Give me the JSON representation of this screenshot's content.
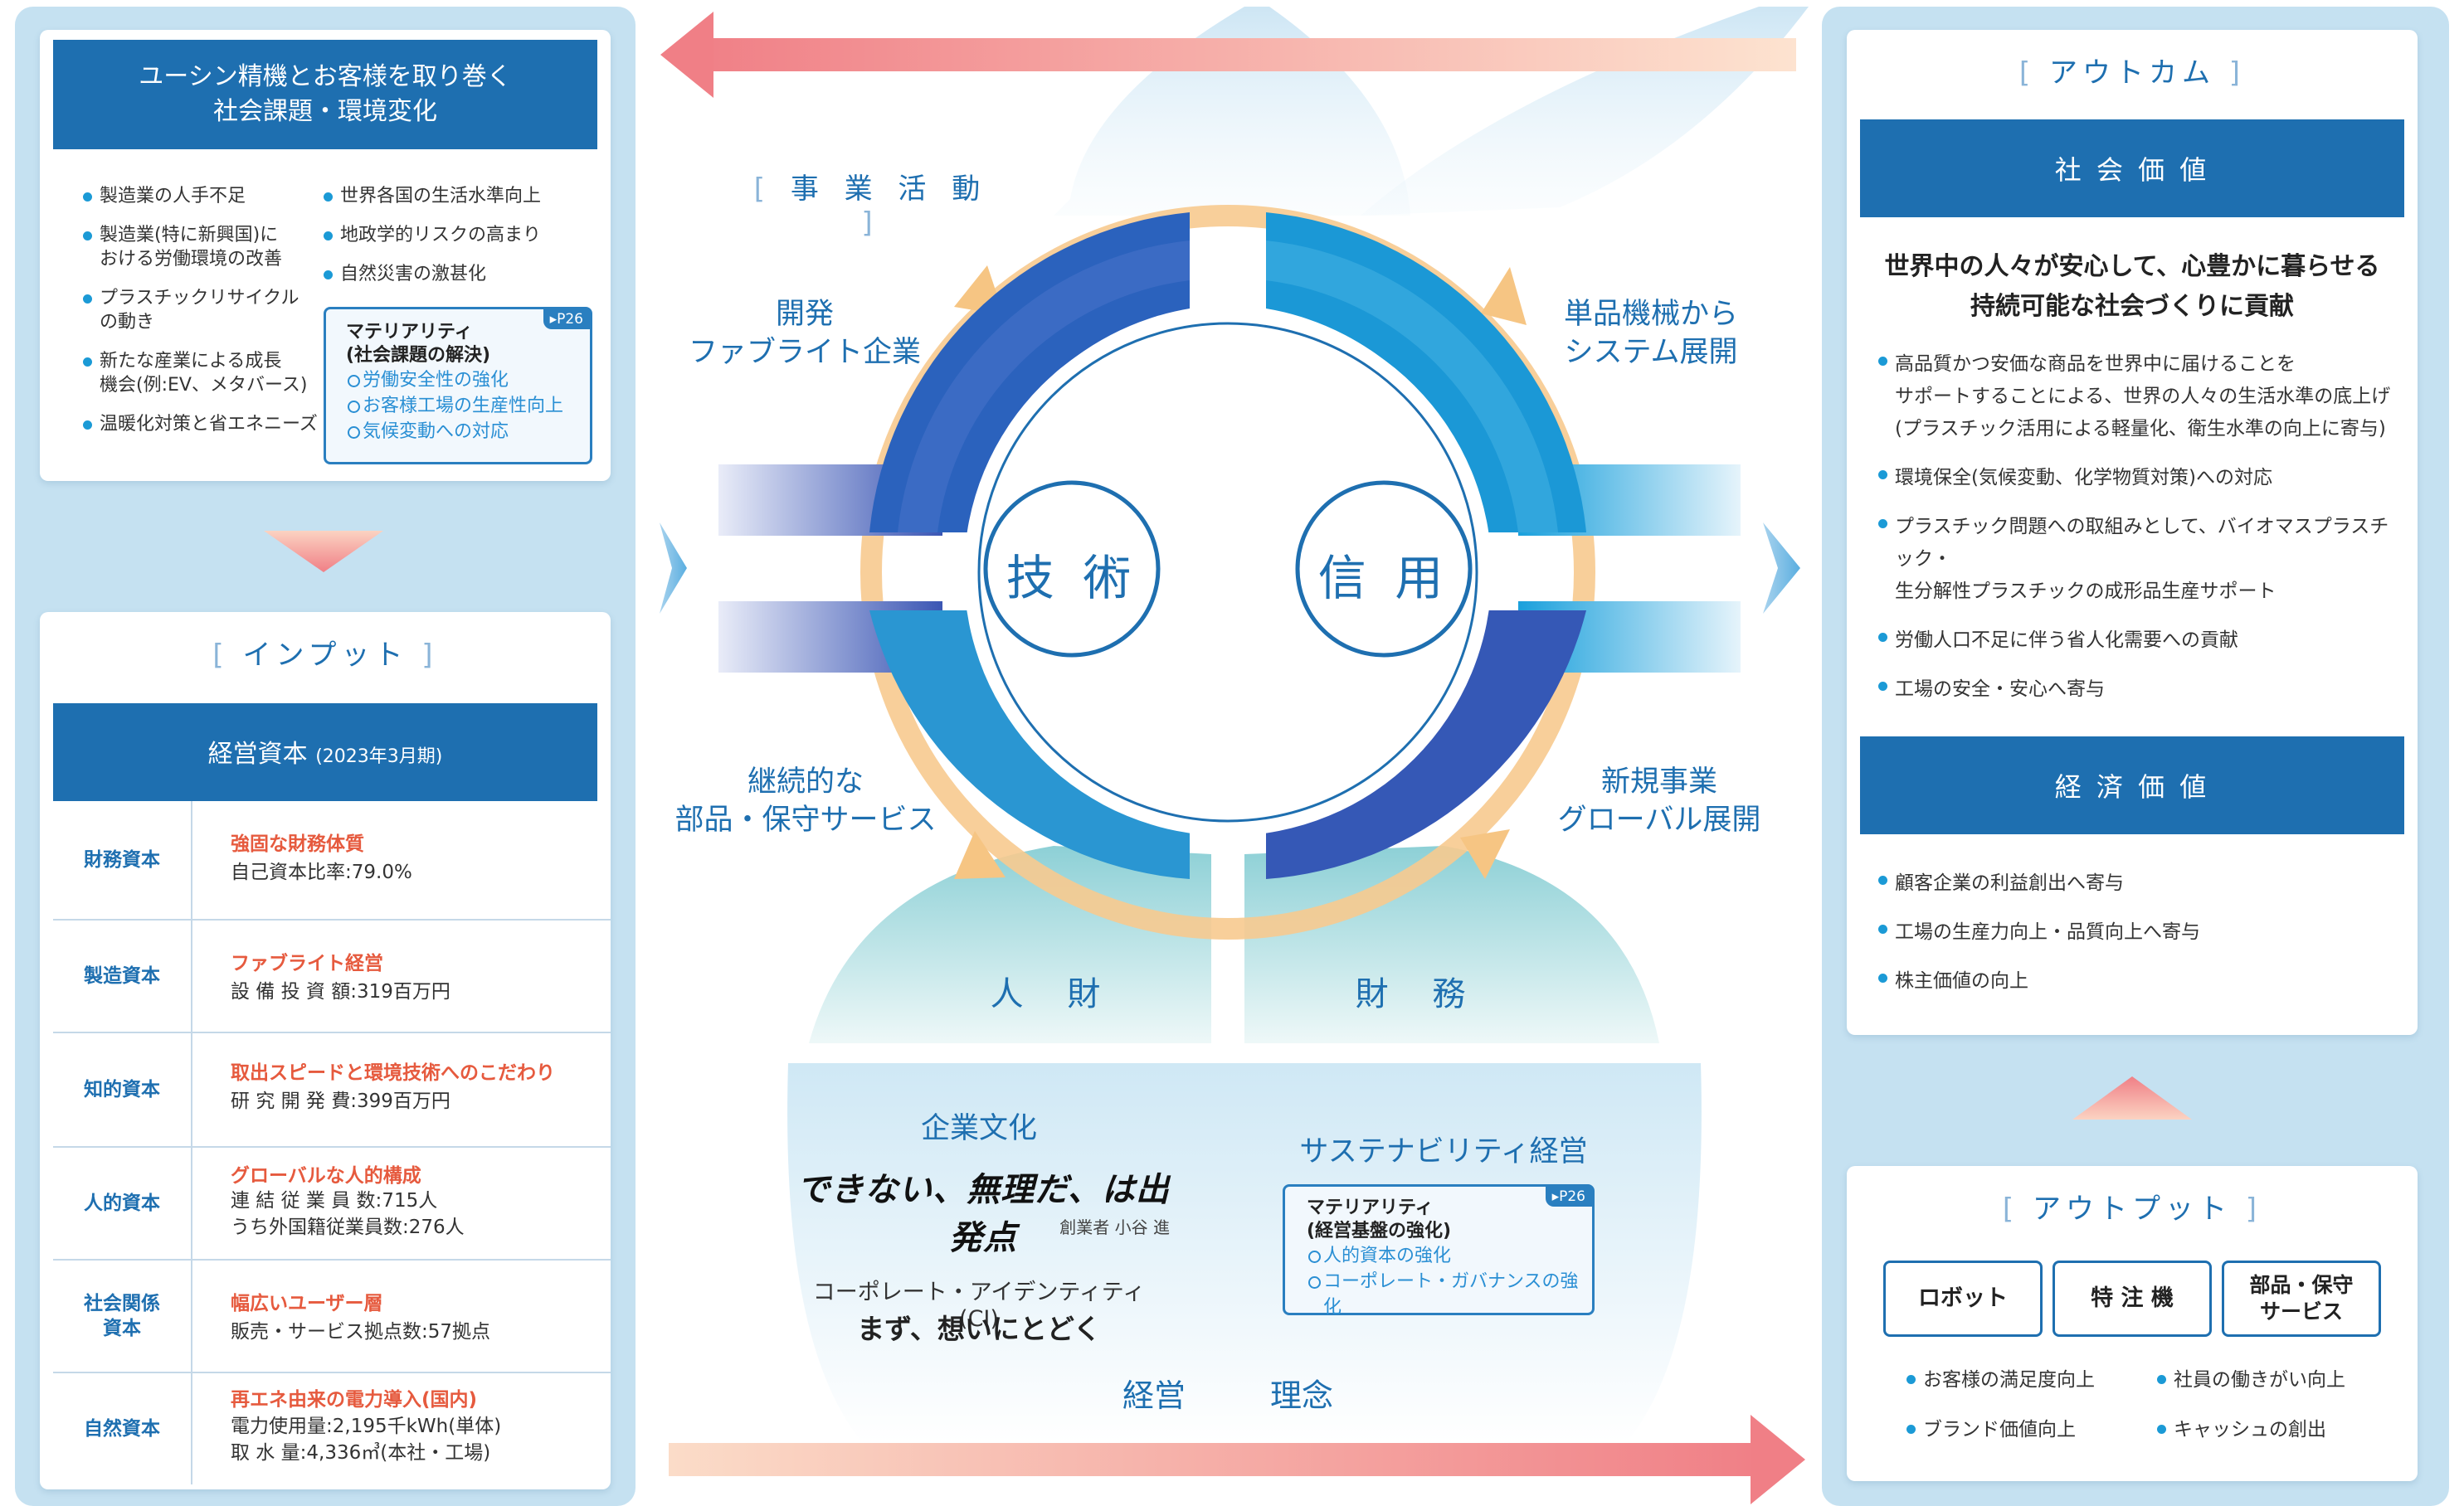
{
  "left": {
    "issues_title_line1": "ユーシン精機とお客様を取り巻く",
    "issues_title_line2": "社会課題・環境変化",
    "issues_col1": [
      "製造業の人手不足",
      "製造業(特に新興国)に\nおける労働環境の改善",
      "プラスチックリサイクル\nの動き",
      "新たな産業による成長\n機会(例:EV、メタバース)",
      "温暖化対策と省エネニーズ"
    ],
    "issues_col2": [
      "世界各国の生活水準向上",
      "地政学的リスクの高まり",
      "自然災害の激甚化"
    ],
    "materiality1": {
      "page": "▸P26",
      "title_line1": "マテリアリティ",
      "title_line2": "(社会課題の解決)",
      "items": [
        "労働安全性の強化",
        "お客様工場の生産性向上",
        "気候変動への対応"
      ]
    },
    "input_label": "インプット",
    "capital_title": "経営資本",
    "capital_period": "(2023年3月期)",
    "capitals": [
      {
        "name": "財務資本",
        "headline": "強固な財務体質",
        "value": "自己資本比率:79.0%"
      },
      {
        "name": "製造資本",
        "headline": "ファブライト経営",
        "value": "設 備 投 資 額:319百万円"
      },
      {
        "name": "知的資本",
        "headline": "取出スピードと環境技術へのこだわり",
        "value": "研 究 開 発 費:399百万円"
      },
      {
        "name": "人的資本",
        "headline": "グローバルな人的構成",
        "value": "連 結 従 業 員 数:715人\nうち外国籍従業員数:276人"
      },
      {
        "name": "社会関係\n資本",
        "headline": "幅広いユーザー層",
        "value": "販売・サービス拠点数:57拠点"
      },
      {
        "name": "自然資本",
        "headline": "再エネ由来の電力導入(国内)",
        "value": "電力使用量:2,195千kWh(単体)\n取 水 量:4,336㎥(本社・工場)"
      }
    ]
  },
  "center": {
    "business_label": "事 業 活 動",
    "q1": "開発\nファブライト企業",
    "q2": "単品機械から\nシステム展開",
    "q3": "継続的な\n部品・保守サービス",
    "q4": "新規事業\nグローバル展開",
    "tech": "技 術",
    "trust": "信 用",
    "jinzai": "人 財",
    "zaimu": "財 務",
    "culture": "企業文化",
    "calligraphy": "できない、無理だ、は出発点",
    "founder": "創業者 小谷 進",
    "sustain": "サステナビリティ経営",
    "materiality2": {
      "page": "▸P26",
      "title_line1": "マテリアリティ",
      "title_line2": "(経営基盤の強化)",
      "items": [
        "人的資本の強化",
        "コーポレート・ガバナンスの強化"
      ]
    },
    "ci_label": "コーポレート・アイデンティティ(CI)",
    "ci_text": "まず、想いにとどく",
    "philosophy": "経営 理念"
  },
  "right": {
    "outcome_label": "アウトカム",
    "social_value": "社 会 価 値",
    "social_heading": "世界中の人々が安心して、心豊かに暮らせる\n持続可能な社会づくりに貢献",
    "social_items": [
      "高品質かつ安価な商品を世界中に届けることを\nサポートすることによる、世界の人々の生活水準の底上げ\n(プラスチック活用による軽量化、衛生水準の向上に寄与)",
      "環境保全(気候変動、化学物質対策)への対応",
      "プラスチック問題への取組みとして、バイオマスプラスチック・\n生分解性プラスチックの成形品生産サポート",
      "労働人口不足に伴う省人化需要への貢献",
      "工場の安全・安心へ寄与"
    ],
    "economic_value": "経 済 価 値",
    "economic_items": [
      "顧客企業の利益創出へ寄与",
      "工場の生産力向上・品質向上へ寄与",
      "株主価値の向上"
    ],
    "output_label": "アウトプット",
    "outputs": [
      "ロボット",
      "特 注 機",
      "部品・保守\nサービス"
    ],
    "output_items": [
      "お客様の満足度向上",
      "社員の働きがい向上",
      "ブランド価値向上",
      "キャッシュの創出"
    ]
  },
  "colors": {
    "primary_blue": "#1e6fb0",
    "accent_red": "#e65a3e",
    "panel_bg": "#c5e1f1",
    "cycle_orange": "#f5c688"
  }
}
